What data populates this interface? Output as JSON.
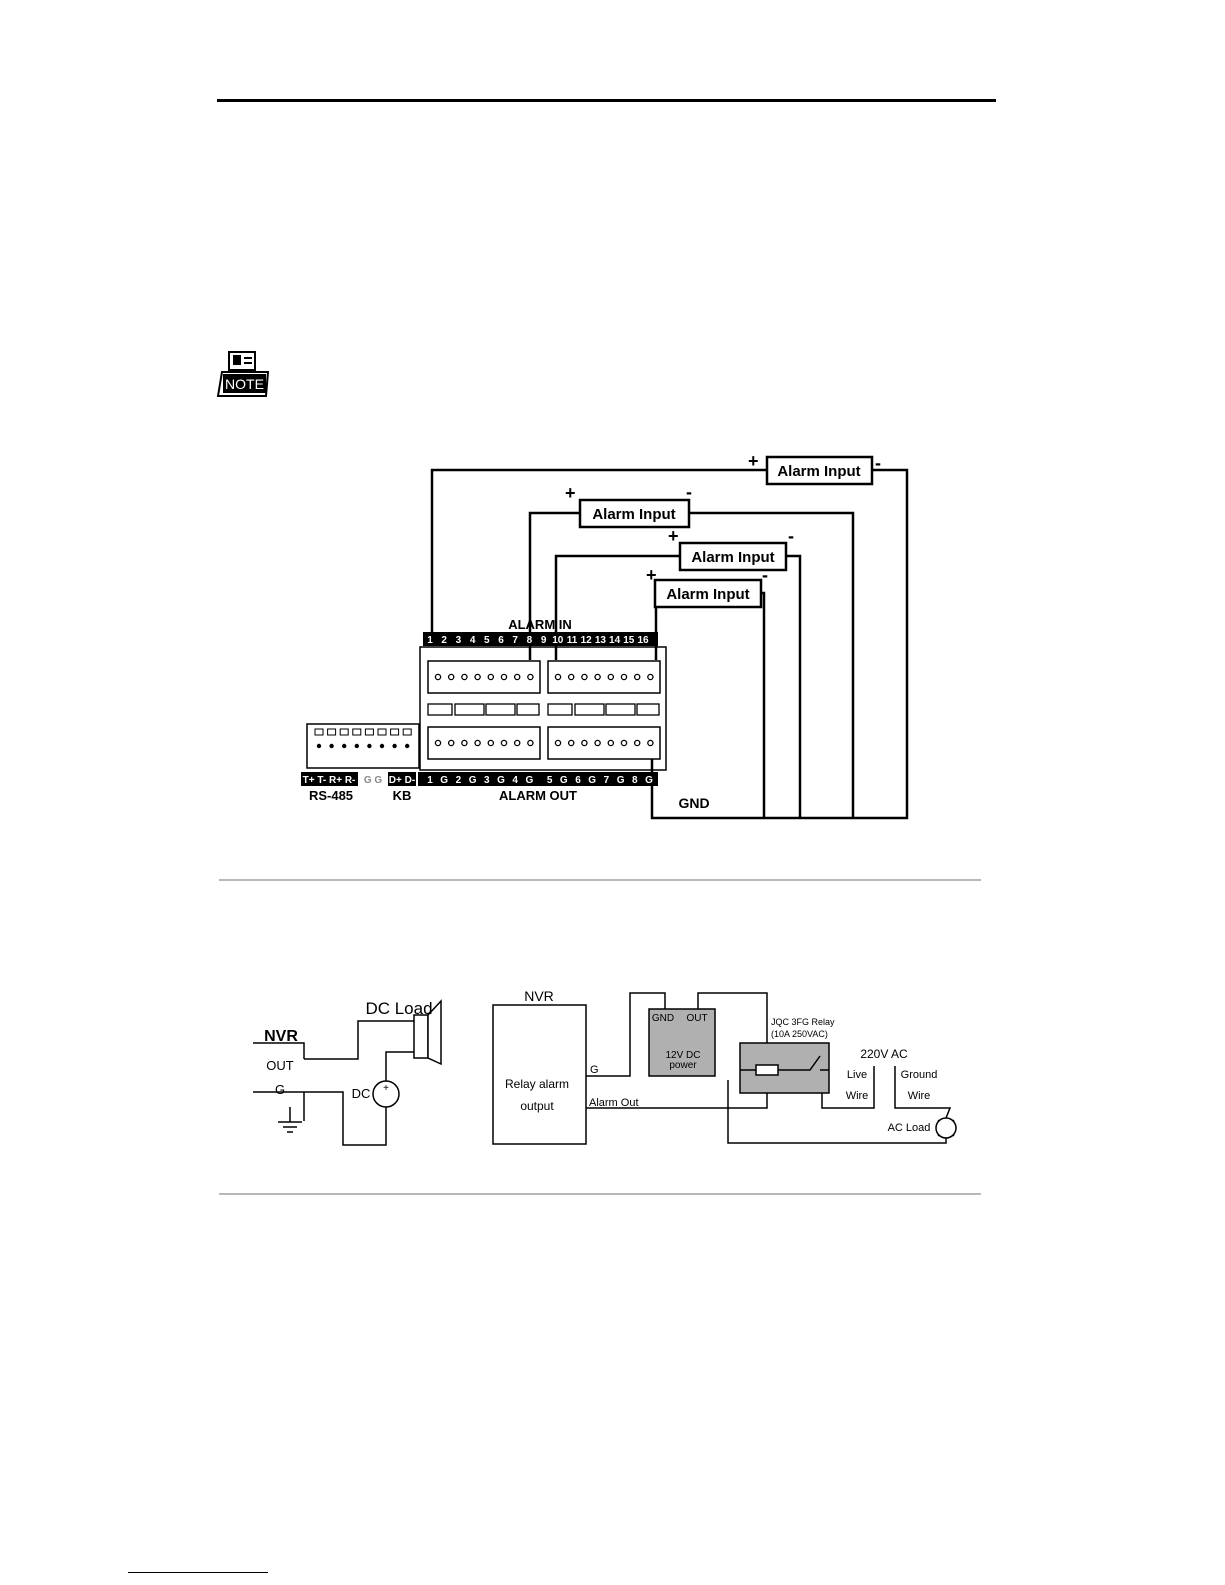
{
  "note": {
    "label": "NOTE"
  },
  "alarm_input_diagram": {
    "alarm_input_label": "Alarm Input",
    "plus": "+",
    "minus": "-",
    "alarm_in_title": "ALARM IN",
    "alarm_in_numbers": [
      "1",
      "2",
      "3",
      "4",
      "5",
      "6",
      "7",
      "8",
      "9",
      "10",
      "11",
      "12",
      "13",
      "14",
      "15",
      "16"
    ],
    "rs485_pins": "T+ T- R+ R-",
    "gg": "G G",
    "kb_pins": "D+ D-",
    "alarm_out_pins": [
      "1",
      "G",
      "2",
      "G",
      "3",
      "G",
      "4",
      "G",
      "5",
      "G",
      "6",
      "G",
      "7",
      "G",
      "8",
      "G"
    ],
    "rs485_label": "RS-485",
    "kb_label": "KB",
    "alarm_out_label": "ALARM OUT",
    "gnd_label": "GND"
  },
  "alarm_output_diagram": {
    "dc": {
      "nvr": "NVR",
      "dc_load": "DC Load",
      "out": "OUT",
      "g": "G",
      "dc": "DC",
      "plus": "+"
    },
    "ac": {
      "nvr": "NVR",
      "relay_alarm": "Relay alarm",
      "output": "output",
      "g": "G",
      "alarm_out": "Alarm Out",
      "gnd": "GND",
      "out": "OUT",
      "v12": "12V  DC",
      "power": "power",
      "relay_line1": "JQC 3FG Relay",
      "relay_line2": "(10A  250VAC)",
      "v220": "220V  AC",
      "live": "Live",
      "ground": "Ground",
      "wire": "Wire",
      "ac_load": "AC Load"
    }
  }
}
